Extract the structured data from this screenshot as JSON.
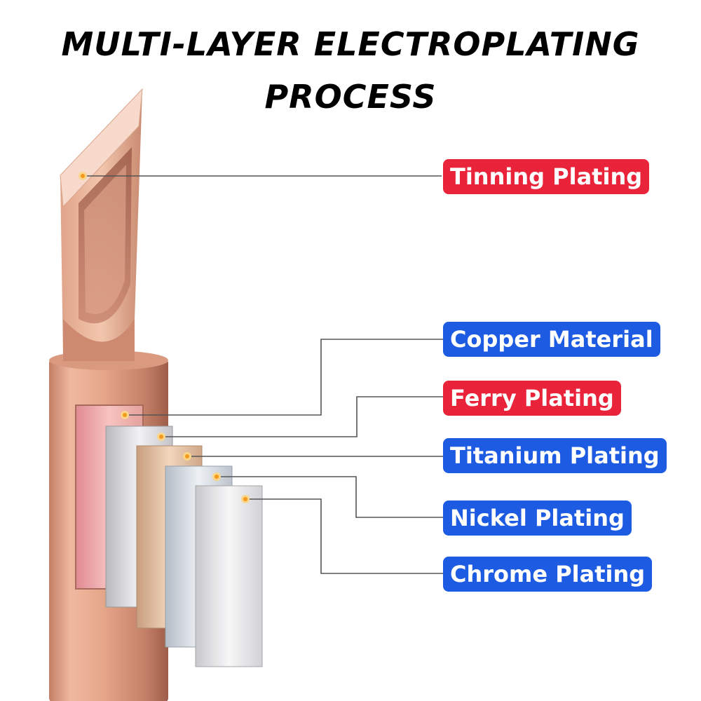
{
  "title": {
    "line1": "MULTI-LAYER ELECTROPLATING",
    "line2": "PROCESS"
  },
  "labels": {
    "tinning": "Tinning Plating",
    "copper": "Copper Material",
    "ferry": "Ferry Plating",
    "titanium": "Titanium Plating",
    "nickel": "Nickel Plating",
    "chrome": "Chrome Plating"
  },
  "colors": {
    "red_label": "#e8233a",
    "blue_label": "#1d5be3",
    "leader_line": "#555555",
    "marker_dot": "#f5a623",
    "copper_light": "#f4c2a6",
    "copper_mid": "#d8917a",
    "copper_dark": "#a8614f"
  }
}
